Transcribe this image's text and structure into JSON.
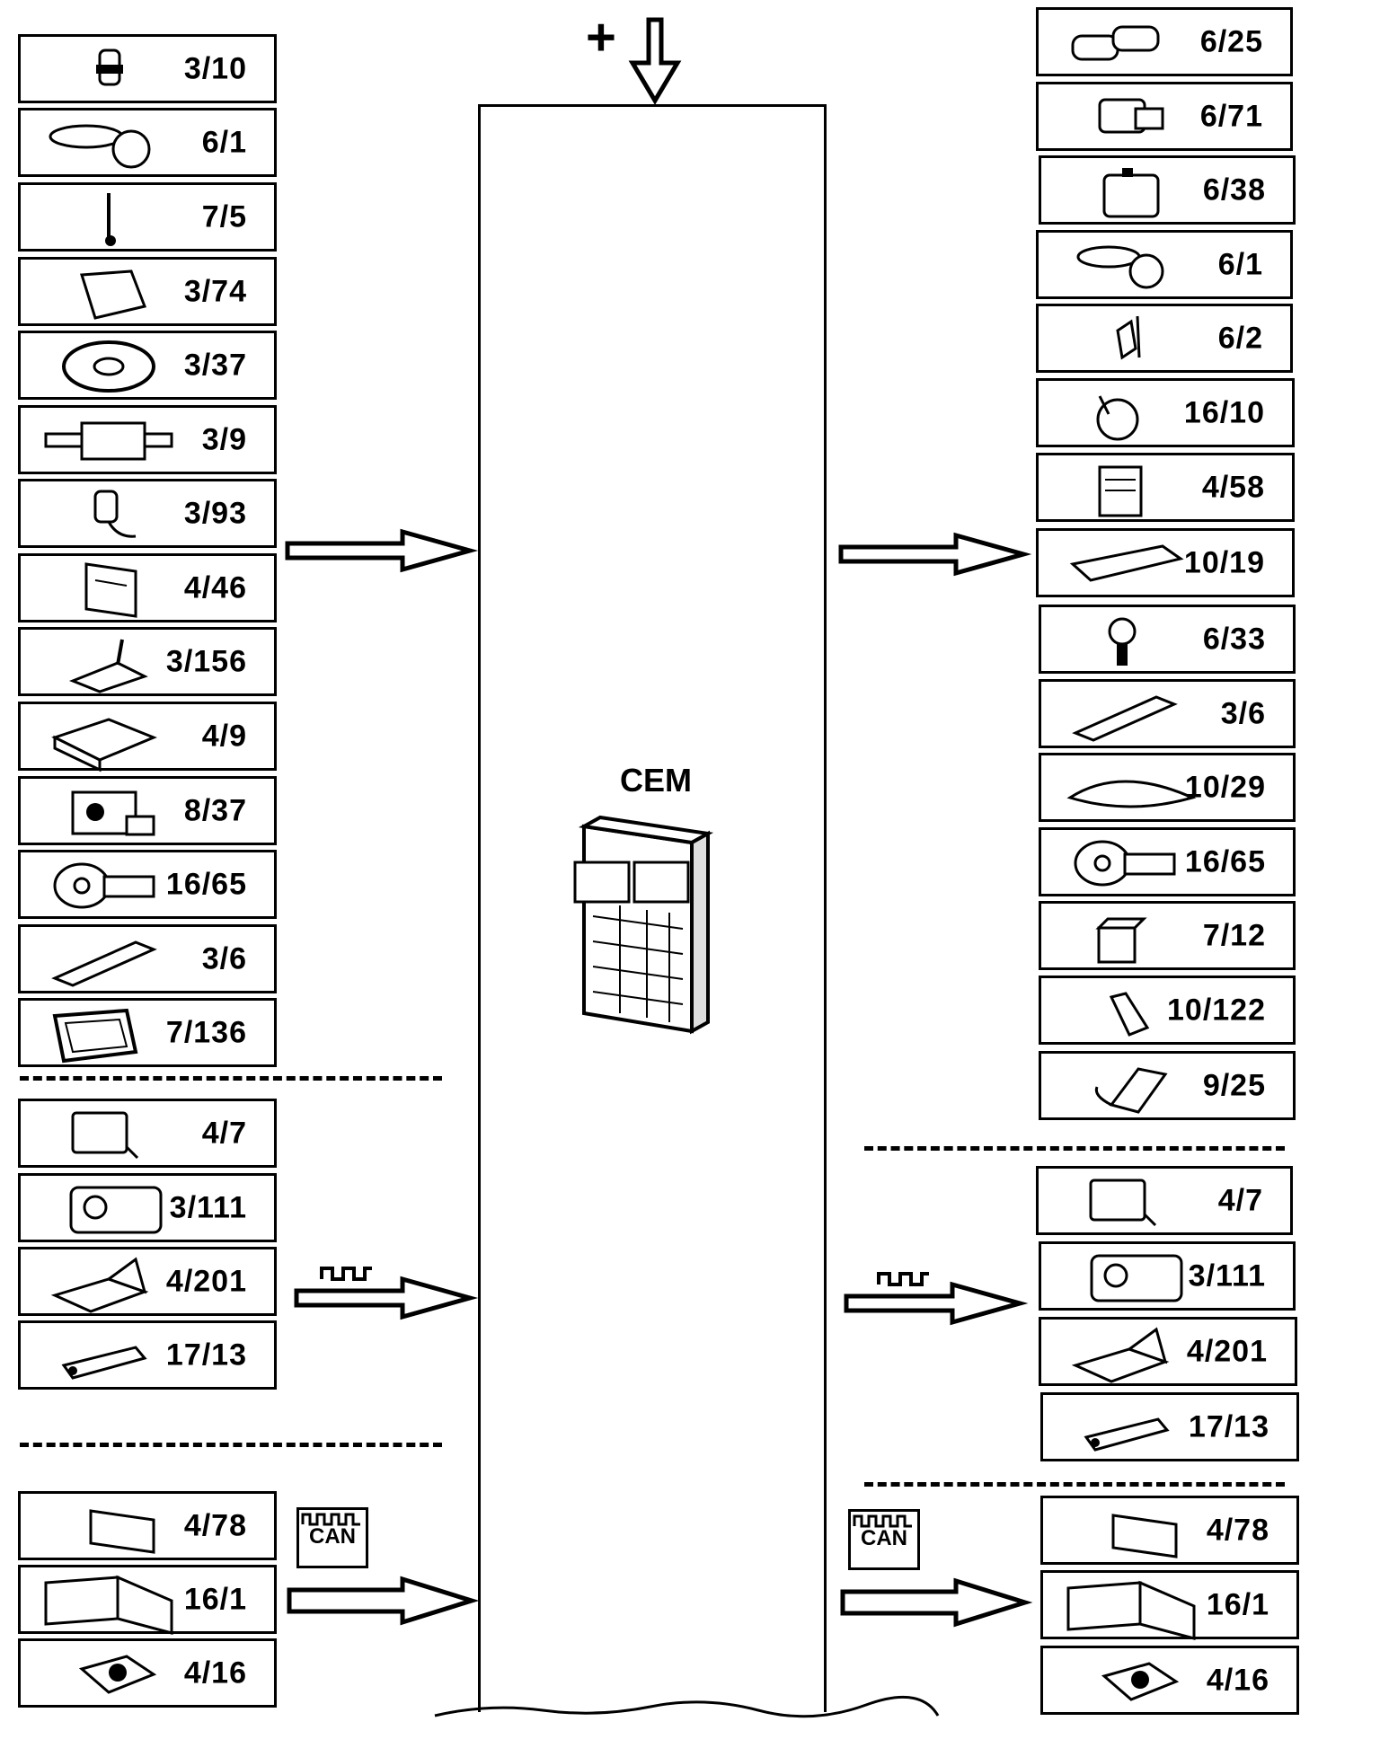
{
  "title": "",
  "power_symbol": "+",
  "cem_label": "CEM",
  "can_label": "CAN",
  "left_inputs": [
    {
      "code": "3/10",
      "icon": "pressure-switch-icon"
    },
    {
      "code": "6/1",
      "icon": "motor-icon"
    },
    {
      "code": "7/5",
      "icon": "antenna-icon"
    },
    {
      "code": "3/74",
      "icon": "switch-module-icon"
    },
    {
      "code": "3/37",
      "icon": "steering-wheel-icon"
    },
    {
      "code": "3/9",
      "icon": "steering-switch-icon"
    },
    {
      "code": "3/93",
      "icon": "seat-belt-buckle-icon"
    },
    {
      "code": "4/46",
      "icon": "control-module-icon"
    },
    {
      "code": "3/156",
      "icon": "gear-selector-icon"
    },
    {
      "code": "4/9",
      "icon": "control-unit-icon"
    },
    {
      "code": "8/37",
      "icon": "actuator-icon"
    },
    {
      "code": "16/65",
      "icon": "ignition-switch-icon"
    },
    {
      "code": "3/6",
      "icon": "light-switch-icon"
    },
    {
      "code": "7/136",
      "icon": "display-icon"
    }
  ],
  "left_serial": [
    {
      "code": "4/7",
      "icon": "relay-box-icon"
    },
    {
      "code": "3/111",
      "icon": "climate-panel-icon"
    },
    {
      "code": "4/201",
      "icon": "seat-module-icon"
    },
    {
      "code": "17/13",
      "icon": "diagnostic-connector-icon"
    }
  ],
  "left_can": [
    {
      "code": "4/78",
      "icon": "can-module-icon"
    },
    {
      "code": "16/1",
      "icon": "audio-unit-icon"
    },
    {
      "code": "4/16",
      "icon": "engine-module-icon"
    }
  ],
  "right_outputs": [
    {
      "code": "6/25",
      "icon": "washer-pump-icon"
    },
    {
      "code": "6/71",
      "icon": "lock-motor-icon"
    },
    {
      "code": "6/38",
      "icon": "pump-icon"
    },
    {
      "code": "6/1",
      "icon": "motor-icon"
    },
    {
      "code": "6/2",
      "icon": "lock-actuator-icon"
    },
    {
      "code": "16/10",
      "icon": "horn-icon"
    },
    {
      "code": "4/58",
      "icon": "relay-icon"
    },
    {
      "code": "10/19",
      "icon": "lamp-icon"
    },
    {
      "code": "6/33",
      "icon": "fuel-pump-icon"
    },
    {
      "code": "3/6",
      "icon": "light-switch-icon"
    },
    {
      "code": "10/29",
      "icon": "interior-lamp-icon"
    },
    {
      "code": "16/65",
      "icon": "ignition-switch-icon"
    },
    {
      "code": "7/12",
      "icon": "sensor-icon"
    },
    {
      "code": "10/122",
      "icon": "bulb-holder-icon"
    },
    {
      "code": "9/25",
      "icon": "connector-icon"
    }
  ],
  "right_serial": [
    {
      "code": "4/7",
      "icon": "relay-box-icon"
    },
    {
      "code": "3/111",
      "icon": "climate-panel-icon"
    },
    {
      "code": "4/201",
      "icon": "seat-module-icon"
    },
    {
      "code": "17/13",
      "icon": "diagnostic-connector-icon"
    }
  ],
  "right_can": [
    {
      "code": "4/78",
      "icon": "can-module-icon"
    },
    {
      "code": "16/1",
      "icon": "audio-unit-icon"
    },
    {
      "code": "4/16",
      "icon": "engine-module-icon"
    }
  ]
}
